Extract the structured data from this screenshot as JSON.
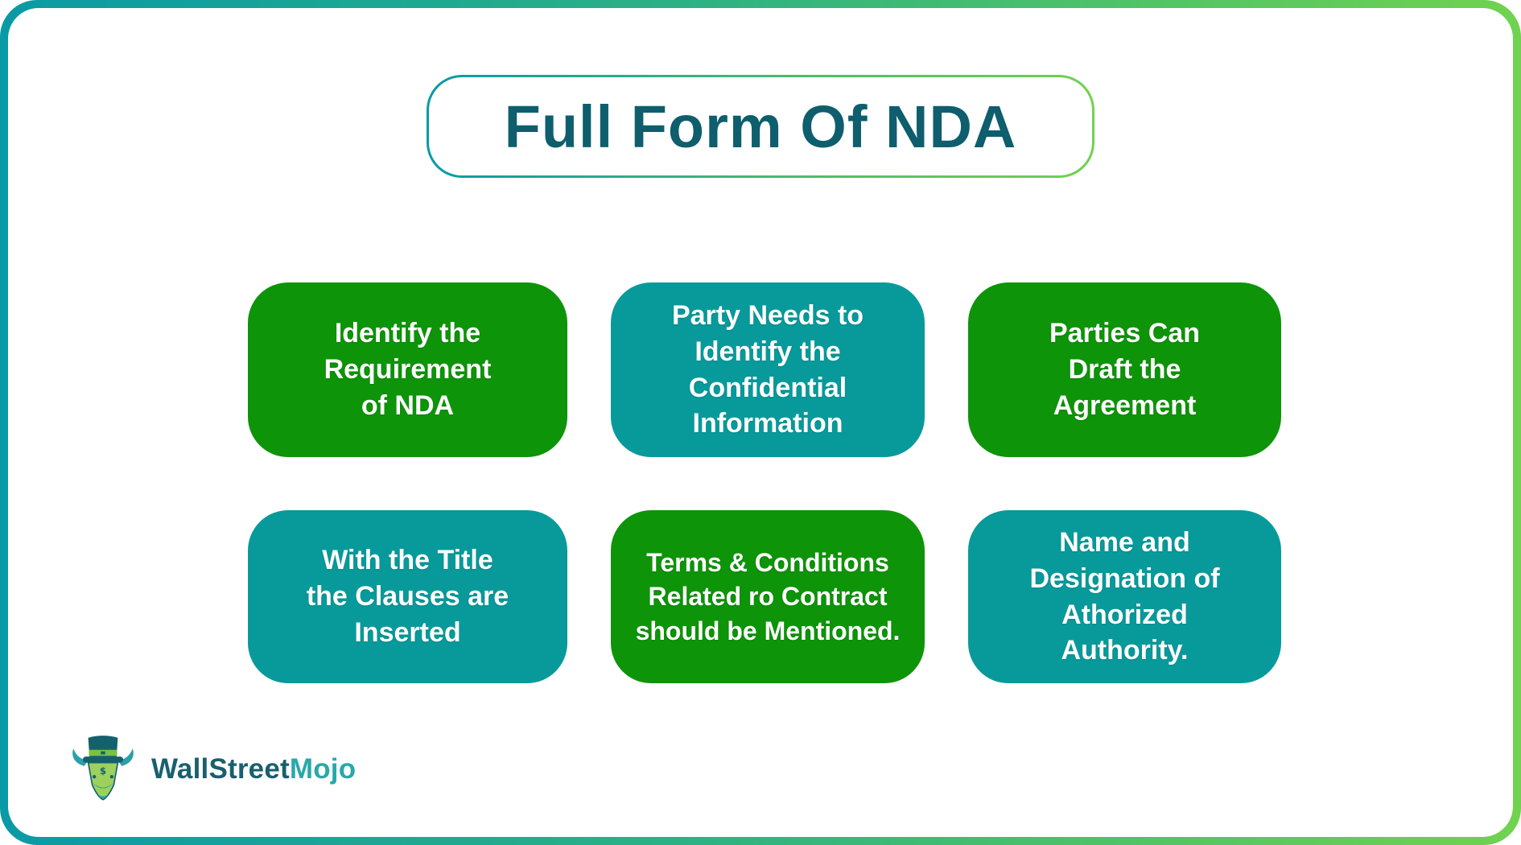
{
  "title": "Full Form Of NDA",
  "boxes": [
    {
      "text": "Identify the\nRequirement\nof NDA",
      "color": "green"
    },
    {
      "text": "Party Needs to\nIdentify the\nConfidential\nInformation",
      "color": "teal"
    },
    {
      "text": "Parties Can\nDraft the\nAgreement",
      "color": "green"
    },
    {
      "text": "With the Title\nthe Clauses are\nInserted",
      "color": "teal"
    },
    {
      "text": "Terms & Conditions\nRelated ro Contract\nshould be Mentioned.",
      "color": "green"
    },
    {
      "text": "Name and\nDesignation of\nAthorized\nAuthority.",
      "color": "teal"
    }
  ],
  "logo": {
    "part1": "WallStreet",
    "part2": "Mojo",
    "mascot": "bull-mascot-with-top-hat"
  },
  "colors": {
    "green_box": "#0e9409",
    "teal_box": "#089a9b",
    "title_text": "#0e5e6d",
    "frame_gradient_start": "#0a9aa5",
    "frame_gradient_end": "#70d24f",
    "logo_wallstreet": "#1a5f6e",
    "logo_mojo": "#29a8ab"
  }
}
